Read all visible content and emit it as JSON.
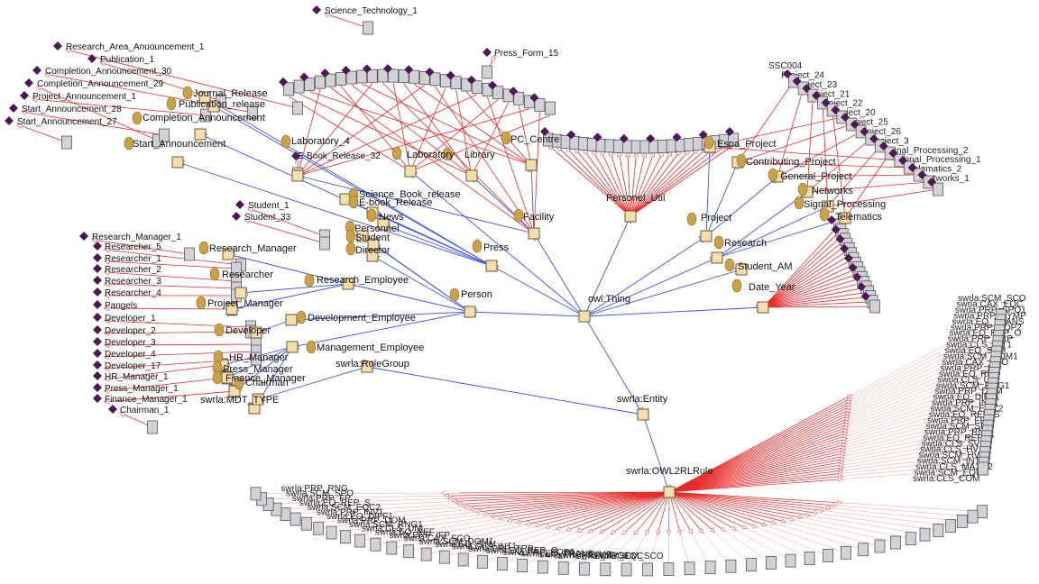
{
  "colors": {
    "subclass_edge": "#3f52e6",
    "instance_edge": "#e62a2a",
    "class_node": "#f4deb0",
    "class_node_border": "#6b5a2c",
    "instance_node": "#d3d0d6",
    "instance_node_border": "#555555",
    "individual_diamond": "#4b1a55",
    "class_disc": "#c8a24b"
  },
  "hub_classes": [
    {
      "id": "owl_thing",
      "label": "owl:Thing"
    },
    {
      "id": "swrla_entity",
      "label": "swrla:Entity"
    },
    {
      "id": "owl2rl_rule",
      "label": "swrla:OWL2RLRule"
    },
    {
      "id": "role_group",
      "label": "swrla:RoleGroup"
    },
    {
      "id": "personel_util",
      "label": "Personel_Util"
    }
  ],
  "classes": [
    {
      "id": "person",
      "label": "Person"
    },
    {
      "id": "press",
      "label": "Press"
    },
    {
      "id": "facility",
      "label": "Facility"
    },
    {
      "id": "laboratory",
      "label": "Laboratory"
    },
    {
      "id": "library",
      "label": "Library"
    },
    {
      "id": "pc_centre",
      "label": "PC_Centre"
    },
    {
      "id": "project",
      "label": "Project"
    },
    {
      "id": "research",
      "label": "Research"
    },
    {
      "id": "student_am",
      "label": "Student_AM"
    },
    {
      "id": "date_year",
      "label": "Date_Year"
    },
    {
      "id": "contributing_project",
      "label": "Contributing_Project"
    },
    {
      "id": "espa_project",
      "label": "Espa_Project"
    },
    {
      "id": "general_project",
      "label": "General_Project"
    },
    {
      "id": "networks",
      "label": "Networks"
    },
    {
      "id": "signal_processing",
      "label": "Signal_Processing"
    },
    {
      "id": "telematics",
      "label": "Telematics"
    },
    {
      "id": "research_manager",
      "label": "Research_Manager"
    },
    {
      "id": "researcher",
      "label": "Researcher"
    },
    {
      "id": "project_manager",
      "label": "Project_Manager"
    },
    {
      "id": "developer",
      "label": "Developer"
    },
    {
      "id": "hr_manager",
      "label": "HR_Manager"
    },
    {
      "id": "press_manager",
      "label": "Press_Manager"
    },
    {
      "id": "finance_manager",
      "label": "Finance_Manager"
    },
    {
      "id": "chairman",
      "label": "Chairman"
    },
    {
      "id": "research_employee",
      "label": "Research_Employee"
    },
    {
      "id": "development_employee",
      "label": "Development_Employee"
    },
    {
      "id": "management_employee",
      "label": "Management_Employee"
    },
    {
      "id": "start_announcement",
      "label": "Start_Announcement"
    },
    {
      "id": "completion_announcement",
      "label": "Completion_Announcement"
    },
    {
      "id": "publication_release",
      "label": "Publication_release"
    },
    {
      "id": "journal_release",
      "label": "Journal_Release"
    },
    {
      "id": "science_book_release",
      "label": "Science_Book_release"
    },
    {
      "id": "ebook_release",
      "label": "E-book_Release"
    },
    {
      "id": "news",
      "label": "News"
    },
    {
      "id": "personnel",
      "label": "Personnel"
    },
    {
      "id": "student",
      "label": "Student"
    },
    {
      "id": "director",
      "label": "Director"
    },
    {
      "id": "laboratory_4",
      "label": "Laboratory_4"
    },
    {
      "id": "mdt_type",
      "label": "swrla:MDT_TYPE"
    }
  ],
  "individuals": [
    {
      "id": "science_technology_1",
      "label": "Science_Technology_1"
    },
    {
      "id": "research_area_announcement_1",
      "label": "Research_Area_Anuouncement_1"
    },
    {
      "id": "publication_1",
      "label": "Publication_1"
    },
    {
      "id": "completion_announcement_30",
      "label": "Completion_Announcement_30"
    },
    {
      "id": "completion_announcement_29",
      "label": "Completion_Announcement_29"
    },
    {
      "id": "project_announcement_1",
      "label": "Project_Announcement_1"
    },
    {
      "id": "start_announcement_28",
      "label": "Start_Announcement_28"
    },
    {
      "id": "start_announcement_27",
      "label": "Start_Announcement_27"
    },
    {
      "id": "research_manager_1",
      "label": "Research_Manager_1"
    },
    {
      "id": "researcher_5",
      "label": "Researcher_5"
    },
    {
      "id": "researcher_1",
      "label": "Researcher_1"
    },
    {
      "id": "researcher_2",
      "label": "Researcher_2"
    },
    {
      "id": "researcher_3",
      "label": "Researcher_3"
    },
    {
      "id": "researcher_4",
      "label": "Researcher_4"
    },
    {
      "id": "pangels",
      "label": "Pangels"
    },
    {
      "id": "developer_1",
      "label": "Developer_1"
    },
    {
      "id": "developer_2",
      "label": "Developer_2"
    },
    {
      "id": "developer_3",
      "label": "Developer_3"
    },
    {
      "id": "developer_4",
      "label": "Developer_4"
    },
    {
      "id": "developer_17",
      "label": "Developer_17"
    },
    {
      "id": "hr_manager_1",
      "label": "HR_Manager_1"
    },
    {
      "id": "press_manager_1",
      "label": "Press_Manager_1"
    },
    {
      "id": "finance_manager_1",
      "label": "Finance_Manager_1"
    },
    {
      "id": "chairman_1",
      "label": "Chairman_1"
    },
    {
      "id": "student_1",
      "label": "Student_1"
    },
    {
      "id": "student_33",
      "label": "Student_33"
    },
    {
      "id": "press_form_15",
      "label": "Press_Form_15"
    },
    {
      "id": "ebook_release_32",
      "label": "E-Book_Release_32"
    }
  ],
  "right_cluster_labels": [
    "SSC004",
    "Project_24",
    "Project_23",
    "Project_21",
    "Project_22",
    "Project_20",
    "Project_25",
    "Project_26",
    "Project_3",
    "Signal_Processing_2",
    "Signal_Processing_1",
    "Telematics_2",
    "Networks_1"
  ],
  "bottom_cluster_labels": [
    "swrla:SCM_SCO",
    "swrla:CAX_EQC",
    "swrla:PRP_SPO1",
    "swrla:PRP_SYMP",
    "swrla:EQ_TRANS",
    "swrla:PRP_EQP2",
    "swrla:EQ_REP_O",
    "swrla:PRP_TRP",
    "swrla:CLS_INT1",
    "swrla:EQ_SYM",
    "swrla:SCM_DOM1",
    "swrla:CAX_SCO",
    "swrla:PRP_IFP",
    "swrla:EQ_REF",
    "swrla:CLS_UNI",
    "swrla:SCM_RNG1",
    "swrla:PRP_DOM",
    "swrla:EQ_DIFF1",
    "swrla:PRP_INV1",
    "swrla:SCM_EQC2",
    "swrla:EQ_REP_S",
    "swrla:PRP_FP",
    "swrla:SCM_SPO",
    "swrla:PRP_RNG",
    "swrla:EQ_REP_P",
    "swrla:CLS_SVF1",
    "swrla:CLS_HV1",
    "swrla:SCM_HV",
    "swrla:SCM_INT",
    "swrla:CLS_MAXC2",
    "swrla:SCM_EQP1",
    "swrla:CLS_COM"
  ]
}
